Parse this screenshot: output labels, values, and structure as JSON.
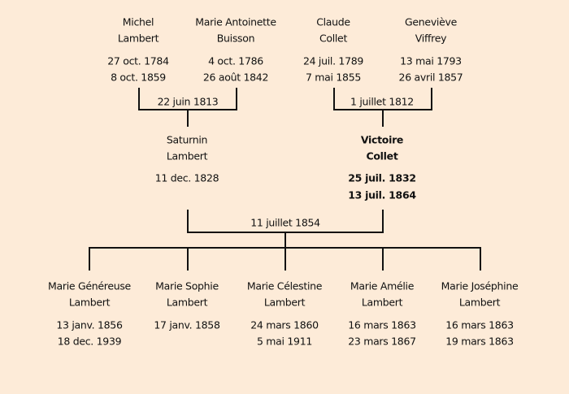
{
  "grandparents": [
    {
      "first": "Michel",
      "last": "Lambert",
      "born": "27 oct. 1784",
      "died": "8 oct. 1859"
    },
    {
      "first": "Marie Antoinette",
      "last": "Buisson",
      "born": "4 oct. 1786",
      "died": "26 août 1842"
    },
    {
      "first": "Claude",
      "last": "Collet",
      "born": "24 juil. 1789",
      "died": "7 mai 1855"
    },
    {
      "first": "Geneviève",
      "last": "Viffrey",
      "born": "13 mai 1793",
      "died": "26 avril 1857"
    }
  ],
  "marriages": {
    "left": "22 juin 1813",
    "right": "1 juillet 1812",
    "parents": "11 juillet 1854"
  },
  "parents": [
    {
      "first": "Saturnin",
      "last": "Lambert",
      "born": "11 dec. 1828"
    },
    {
      "first": "Victoire",
      "last": "Collet",
      "born": "25 juil. 1832",
      "died": "13 juil. 1864"
    }
  ],
  "children": [
    {
      "first": "Marie Généreuse",
      "last": "Lambert",
      "born": "13 janv. 1856",
      "died": "18 dec. 1939"
    },
    {
      "first": "Marie Sophie",
      "last": "Lambert",
      "born": "17 janv. 1858"
    },
    {
      "first": "Marie Célestine",
      "last": "Lambert",
      "born": "24 mars 1860",
      "died": "5 mai 1911"
    },
    {
      "first": "Marie Amélie",
      "last": "Lambert",
      "born": "16 mars 1863",
      "died": "23 mars 1867"
    },
    {
      "first": "Marie Joséphine",
      "last": "Lambert",
      "born": "16 mars 1863",
      "died": "19 mars 1863"
    }
  ]
}
